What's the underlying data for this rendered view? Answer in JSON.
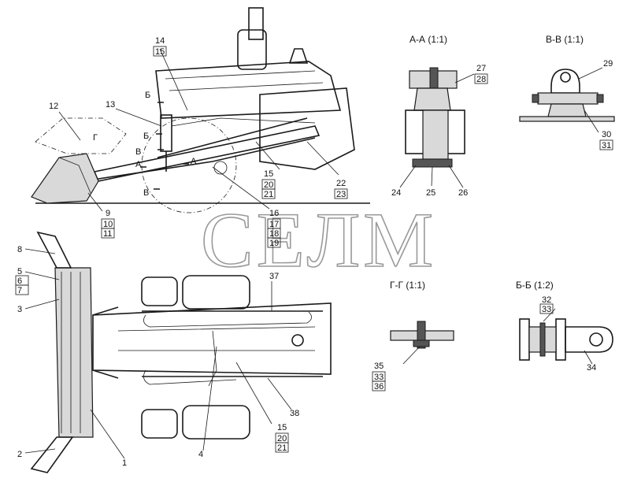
{
  "watermark": "СЕЛМ",
  "sections": {
    "aa": "А-А (1:1)",
    "vv": "В-В (1:1)",
    "gg": "Г-Г (1:1)",
    "bb": "Б-Б (1:2)"
  },
  "cut_marks": {
    "b_upper": "Б",
    "b_lower": "Б",
    "a_left": "А",
    "a_right": "А",
    "v_upper": "В",
    "v_lower": "В",
    "g": "Г"
  },
  "callouts": {
    "n1": "1",
    "n2": "2",
    "n3": "3",
    "n4": "4",
    "n5": "5",
    "n6": "6",
    "n7": "7",
    "n8": "8",
    "n9": "9",
    "n10": "10",
    "n11": "11",
    "n12": "12",
    "n13": "13",
    "n14": "14",
    "n15": "15",
    "n15b": "15",
    "n15c": "15",
    "n16": "16",
    "n17": "17",
    "n18": "18",
    "n19": "19",
    "n20": "20",
    "n20b": "20",
    "n21": "21",
    "n21b": "21",
    "n22": "22",
    "n23": "23",
    "n24": "24",
    "n25": "25",
    "n26": "26",
    "n27": "27",
    "n28": "28",
    "n29": "29",
    "n30": "30",
    "n31": "31",
    "n32": "32",
    "n33": "33",
    "n33b": "33",
    "n34": "34",
    "n35": "35",
    "n36": "36",
    "n37": "37",
    "n38": "38"
  }
}
